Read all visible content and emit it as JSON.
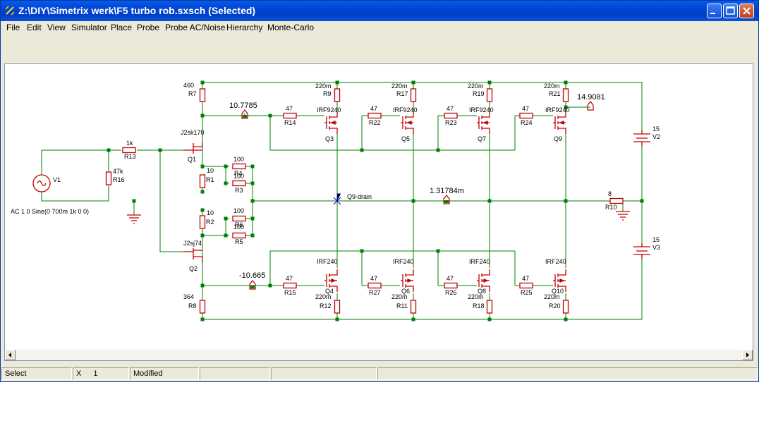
{
  "window": {
    "title": "Z:\\DIY\\Simetrix werk\\F5 turbo rob.sxsch (Selected)"
  },
  "menu": [
    "File",
    "Edit",
    "View",
    "Simulator",
    "Place",
    "Probe",
    "Probe AC/Noise",
    "Hierarchy",
    "Monte-Carlo"
  ],
  "toolbar": {
    "groups": [
      [
        "undo-icon"
      ],
      [
        "flip-icon",
        "cut-icon",
        "rotate-icon",
        "wire-delete-icon",
        "wire-icon"
      ],
      [
        "zoom-fit-icon",
        "zoom-out-icon",
        "zoom-in-icon"
      ],
      [
        "pencil-icon"
      ],
      [
        "edit-part-icon"
      ],
      [
        "resistor-icon",
        "capacitor-icon",
        "inductor-icon",
        "ground-icon",
        "vsource-icon",
        "isource-icon",
        "diode-icon",
        "zener-icon",
        "npn-icon",
        "pnp-icon",
        "nmos-icon",
        "pmos-icon",
        "njfet-icon",
        "pjfet-icon",
        "opamp-icon"
      ]
    ]
  },
  "schematic": {
    "labels": {
      "R7_val": "460",
      "R7": "R7",
      "R8_val": "364",
      "R8": "R8",
      "Q1_model": "J2sk170",
      "Q1": "Q1",
      "Q2_model": "J2sj74",
      "Q2": "Q2",
      "R13_val": "1k",
      "R13": "R13",
      "R16_val": "47k",
      "R16": "R16",
      "V1": "V1",
      "V1_spec": "AC 1  0 Sine(0 700m 1k 0 0)",
      "R1_val": "10",
      "R1": "R1",
      "R2_val": "10",
      "R2": "R2",
      "R4_val": "100",
      "R4": "R4",
      "R3_val": "100",
      "R3": "R3",
      "R6_val": "100",
      "R6": "R6",
      "R5_val": "100",
      "R5": "R5",
      "probe_top": "10.7785",
      "probe_bottom": "-10.665",
      "probe_out": "1.31784m",
      "probe_rail": "14.9081",
      "node_label": "Q9-drain",
      "R14_val": "47",
      "R14": "R14",
      "R22_val": "47",
      "R22": "R22",
      "R23_val": "47",
      "R23": "R23",
      "R24_val": "47",
      "R24": "R24",
      "R15_val": "47",
      "R15": "R15",
      "R27_val": "47",
      "R27": "R27",
      "R26_val": "47",
      "R26": "R26",
      "R25_val": "47",
      "R25": "R25",
      "R9_val": "220m",
      "R9": "R9",
      "R17_val": "220m",
      "R17": "R17",
      "R19_val": "220m",
      "R19": "R19",
      "R21_val": "220m",
      "R21": "R21",
      "R12_val": "220m",
      "R12": "R12",
      "R11_val": "220m",
      "R11": "R11",
      "R18_val": "220m",
      "R18": "R18",
      "R20_val": "220m",
      "R20": "R20",
      "pmos_model": "IRF9240",
      "nmos_model": "IRF240",
      "Q3": "Q3",
      "Q5": "Q5",
      "Q7": "Q7",
      "Q9": "Q9",
      "Q4": "Q4",
      "Q6": "Q6",
      "Q8": "Q8",
      "Q10": "Q10",
      "R10_val": "8",
      "R10": "R10",
      "V2_val": "15",
      "V2": "V2",
      "V3_val": "15",
      "V3": "V3"
    }
  },
  "status": {
    "mode": "Select",
    "coord_label": "X",
    "coord_value": "1",
    "state": "Modified"
  },
  "colors": {
    "wire": "#008000",
    "component": "#c00000",
    "junction": "#008000",
    "text": "#000000",
    "titlebar": "#0046d5"
  }
}
